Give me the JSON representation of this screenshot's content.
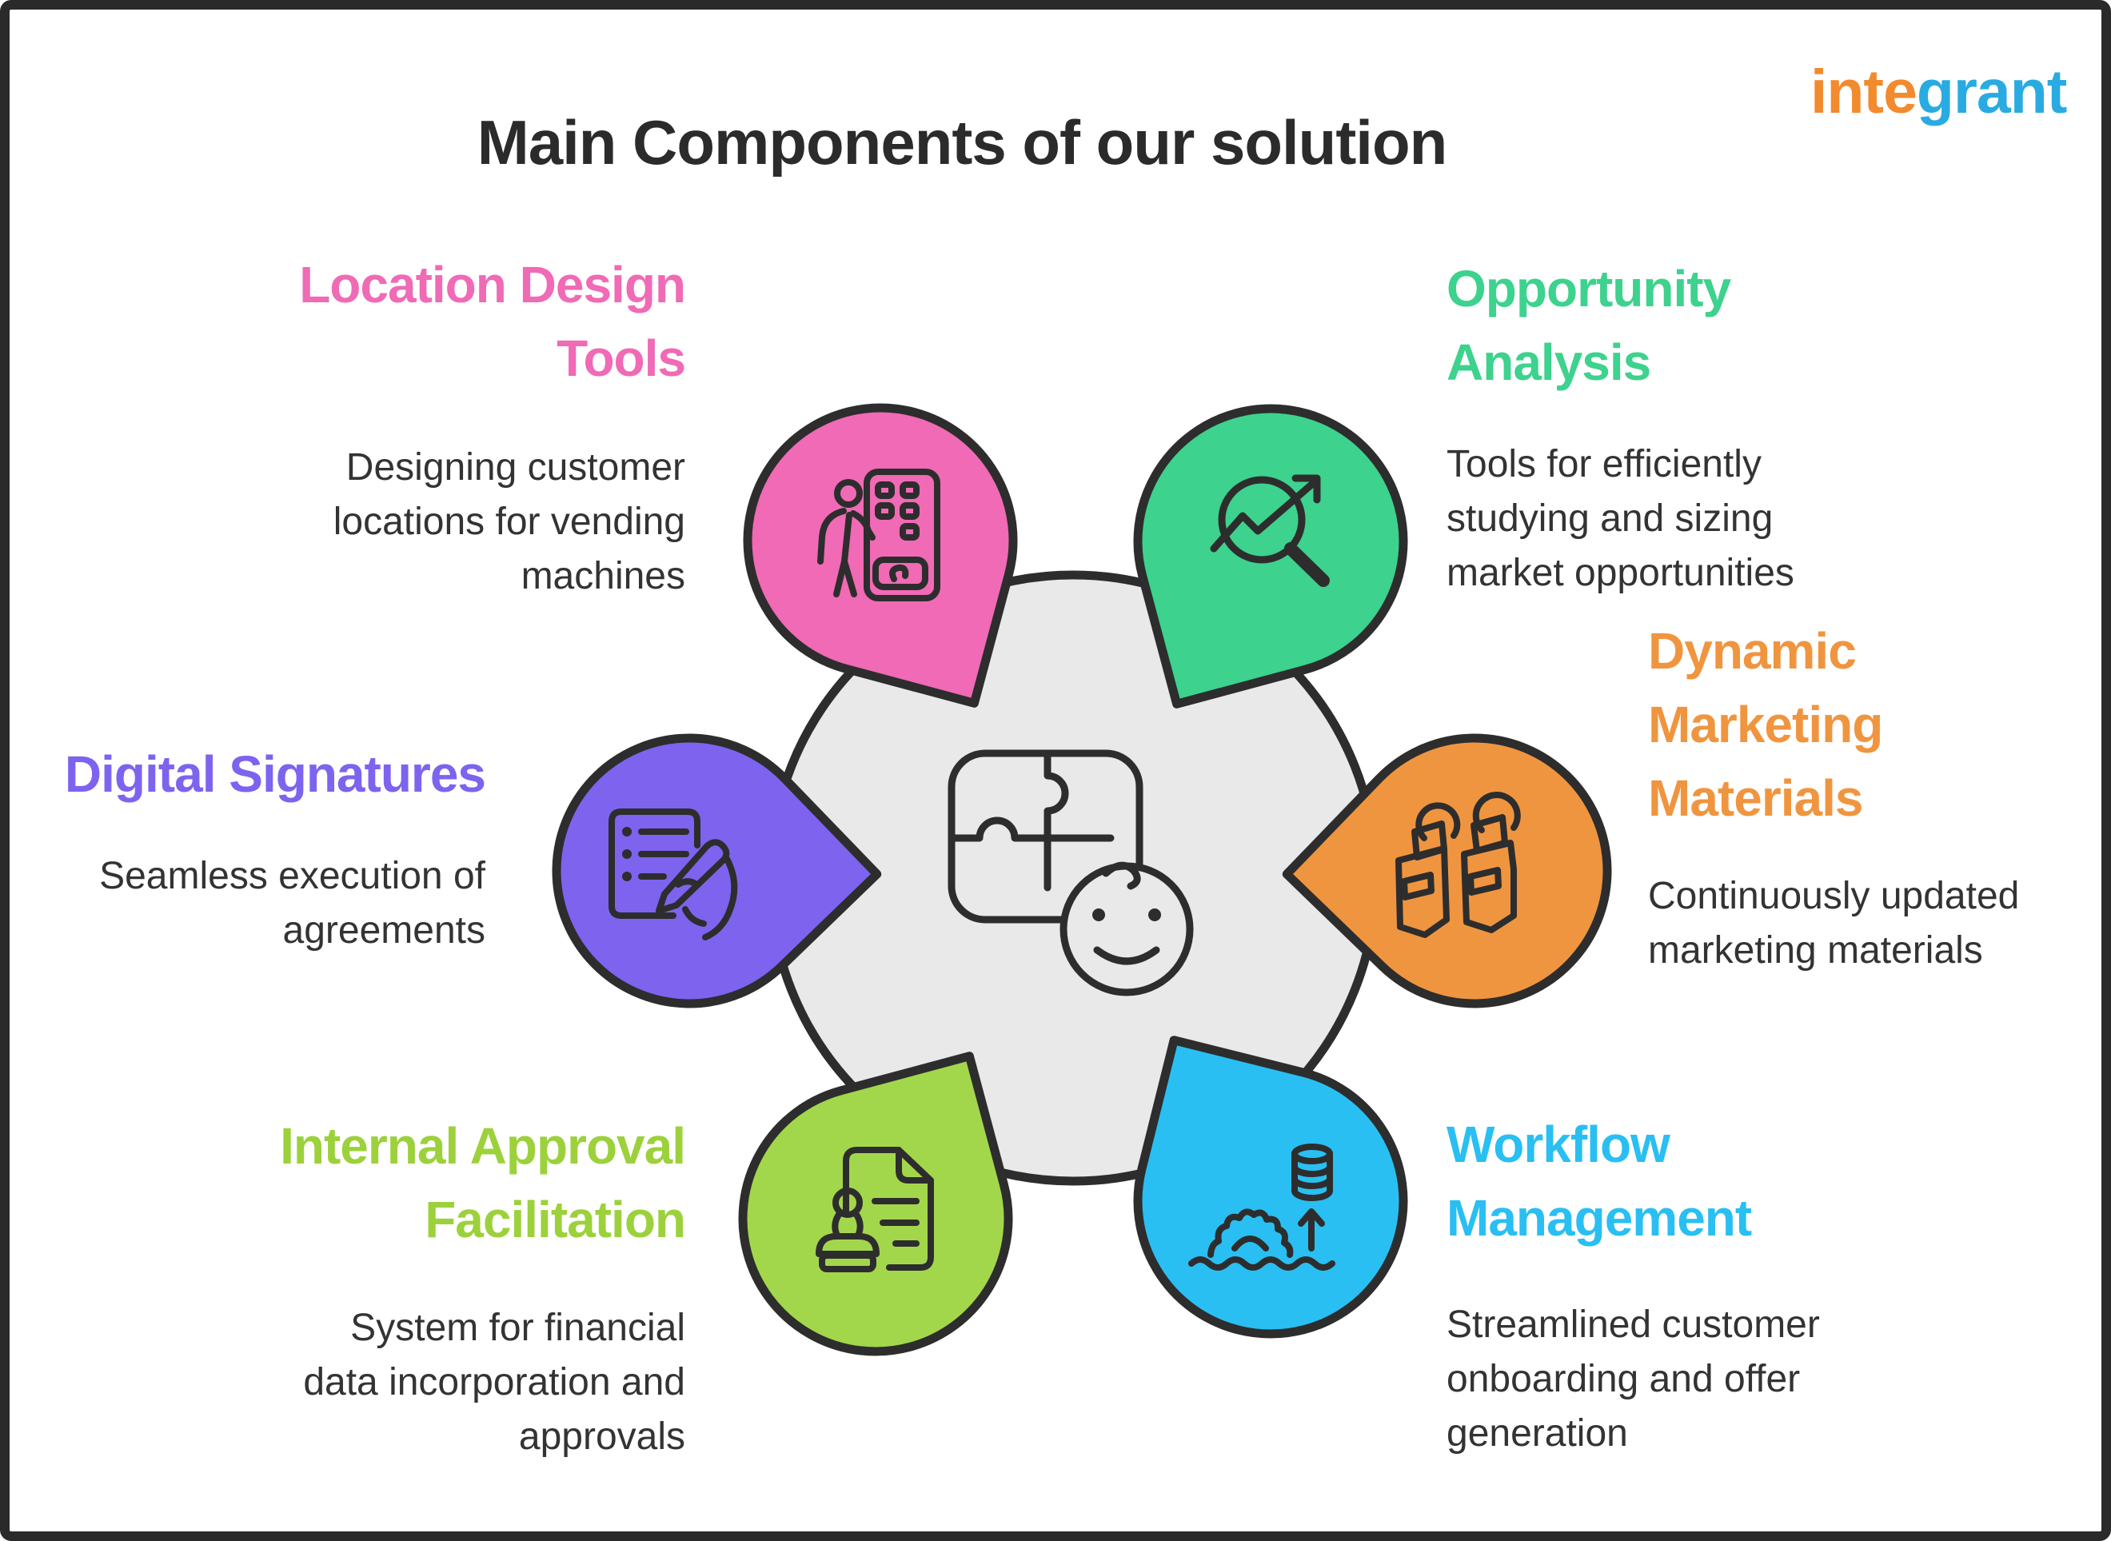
{
  "header": {
    "title": "Main Components of our solution",
    "title_color": "#2B2B2B"
  },
  "logo": {
    "first": "inte",
    "second": "grant",
    "first_color": "#F28A2E",
    "second_color": "#29ABE2"
  },
  "center": {
    "icon": "puzzle-and-baby-face",
    "circle_fill": "#E9E9E9",
    "outline_color": "#2D2D2D"
  },
  "description_color": "#333333",
  "components": [
    {
      "id": "location-design-tools",
      "position": "top-left",
      "title": "Location Design\nTools",
      "description": "Designing customer\nlocations for vending\nmachines",
      "color": "#F06AB5",
      "icon": "person-vending-machine"
    },
    {
      "id": "opportunity-analysis",
      "position": "top-right",
      "title": "Opportunity\nAnalysis",
      "description": "Tools for efficiently\nstudying and sizing\nmarket opportunities",
      "color": "#3DD28D",
      "icon": "magnifier-trend-arrow"
    },
    {
      "id": "dynamic-marketing-materials",
      "position": "right",
      "title": "Dynamic\nMarketing\nMaterials",
      "description": "Continuously updated\nmarketing materials",
      "color": "#F0953F",
      "icon": "door-hanger-tags"
    },
    {
      "id": "workflow-management",
      "position": "bottom-right",
      "title": "Workflow\nManagement",
      "description": "Streamlined customer\nonboarding and offer\ngeneration",
      "color": "#29BFF2",
      "icon": "gear-water-database-arrow"
    },
    {
      "id": "internal-approval-facilitation",
      "position": "bottom-left",
      "title": "Internal Approval\nFacilitation",
      "description": "System for financial\ndata incorporation and\napprovals",
      "color": "#9CD13C",
      "petal_color": "#A3D74B",
      "icon": "stamp-document"
    },
    {
      "id": "digital-signatures",
      "position": "left",
      "title": "Digital Signatures",
      "description": "Seamless execution of\nagreements",
      "color": "#7E63EF",
      "icon": "document-pen-hand"
    }
  ]
}
